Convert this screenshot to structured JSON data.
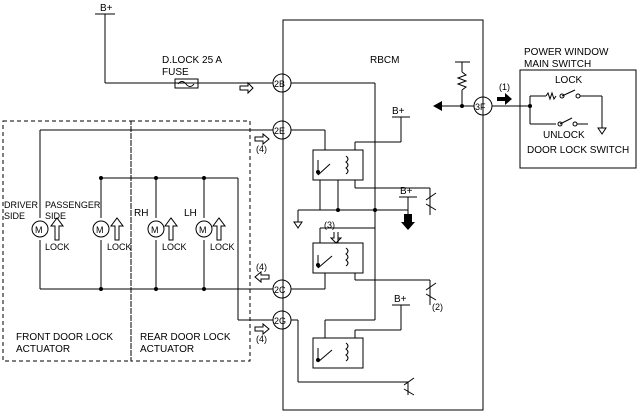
{
  "rbcm": {
    "title": "RBCM"
  },
  "power": {
    "bplus": "B+"
  },
  "fuse": {
    "label_line1": "D.LOCK 25 A",
    "label_line2": "FUSE"
  },
  "terminals": {
    "t2b": "2B",
    "t2e": "2E",
    "t2c": "2C",
    "t2g": "2G",
    "t3f": "3F"
  },
  "signals": {
    "s1": "(1)",
    "s2": "(2)",
    "s3": "(3)",
    "s4": "(4)"
  },
  "switch_panel": {
    "title_line1": "POWER WINDOW",
    "title_line2": "MAIN SWITCH",
    "lock": "LOCK",
    "unlock": "UNLOCK",
    "name": "DOOR LOCK SWITCH"
  },
  "motors": {
    "symbol": "M",
    "lock": "LOCK",
    "driver_side_line1": "DRIVER",
    "driver_side_line2": "SIDE",
    "passenger_side_line1": "PASSENGER",
    "passenger_side_line2": "SIDE",
    "rh": "RH",
    "lh": "LH"
  },
  "actuators": {
    "front_line1": "FRONT DOOR LOCK",
    "front_line2": "ACTUATOR",
    "rear_line1": "REAR DOOR LOCK",
    "rear_line2": "ACTUATOR"
  }
}
